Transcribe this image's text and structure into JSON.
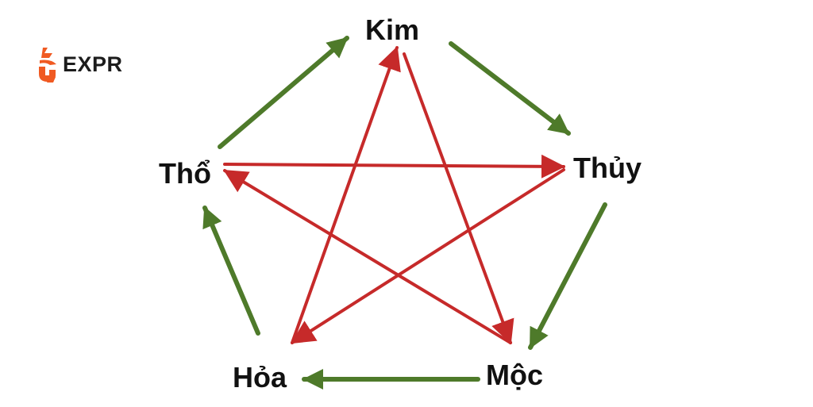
{
  "logo": {
    "text": "EXPR"
  },
  "nodes": [
    {
      "id": "kim",
      "label": "Kim"
    },
    {
      "id": "thuy",
      "label": "Thủy"
    },
    {
      "id": "moc",
      "label": "Mộc"
    },
    {
      "id": "hoa",
      "label": "Hỏa"
    },
    {
      "id": "tho",
      "label": "Thổ"
    }
  ],
  "generating_cycle": [
    {
      "from": "kim",
      "to": "thuy"
    },
    {
      "from": "thuy",
      "to": "moc"
    },
    {
      "from": "moc",
      "to": "hoa"
    },
    {
      "from": "hoa",
      "to": "tho"
    },
    {
      "from": "tho",
      "to": "kim"
    }
  ],
  "controlling_cycle": [
    {
      "from": "kim",
      "to": "moc"
    },
    {
      "from": "moc",
      "to": "tho"
    },
    {
      "from": "tho",
      "to": "thuy"
    },
    {
      "from": "thuy",
      "to": "hoa"
    },
    {
      "from": "hoa",
      "to": "kim"
    }
  ],
  "colors": {
    "generating": "#4e7a2a",
    "controlling": "#c62a2a",
    "logo_accent": "#f05a22",
    "text": "#111111"
  }
}
